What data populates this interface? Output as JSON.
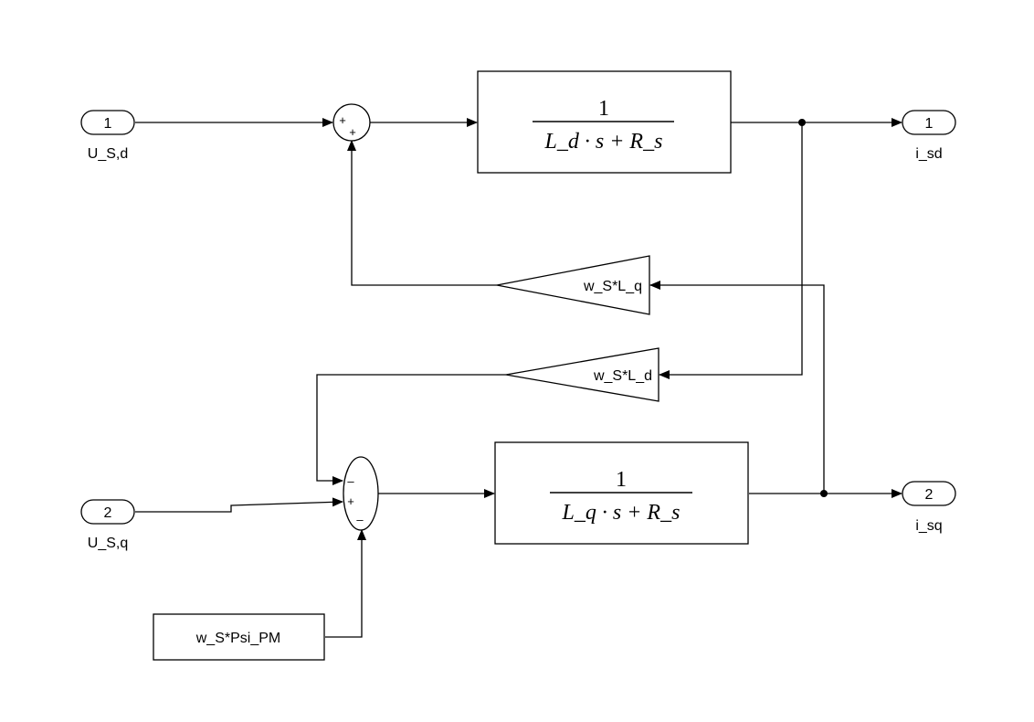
{
  "inports": [
    {
      "number": "1",
      "label": "U_S,d"
    },
    {
      "number": "2",
      "label": "U_S,q"
    }
  ],
  "outports": [
    {
      "number": "1",
      "label": "i_sd"
    },
    {
      "number": "2",
      "label": "i_sq"
    }
  ],
  "sum_d": {
    "signs": [
      "+",
      "+"
    ]
  },
  "sum_q": {
    "signs": [
      "–",
      "+",
      "–"
    ]
  },
  "tf_d": {
    "numerator": "1",
    "denominator": "L_d · s + R_s"
  },
  "tf_q": {
    "numerator": "1",
    "denominator": "L_q · s + R_s"
  },
  "gain_top": {
    "label": "w_S*L_q"
  },
  "gain_bottom": {
    "label": "w_S*L_d"
  },
  "constant": {
    "label": "w_S*Psi_PM"
  }
}
